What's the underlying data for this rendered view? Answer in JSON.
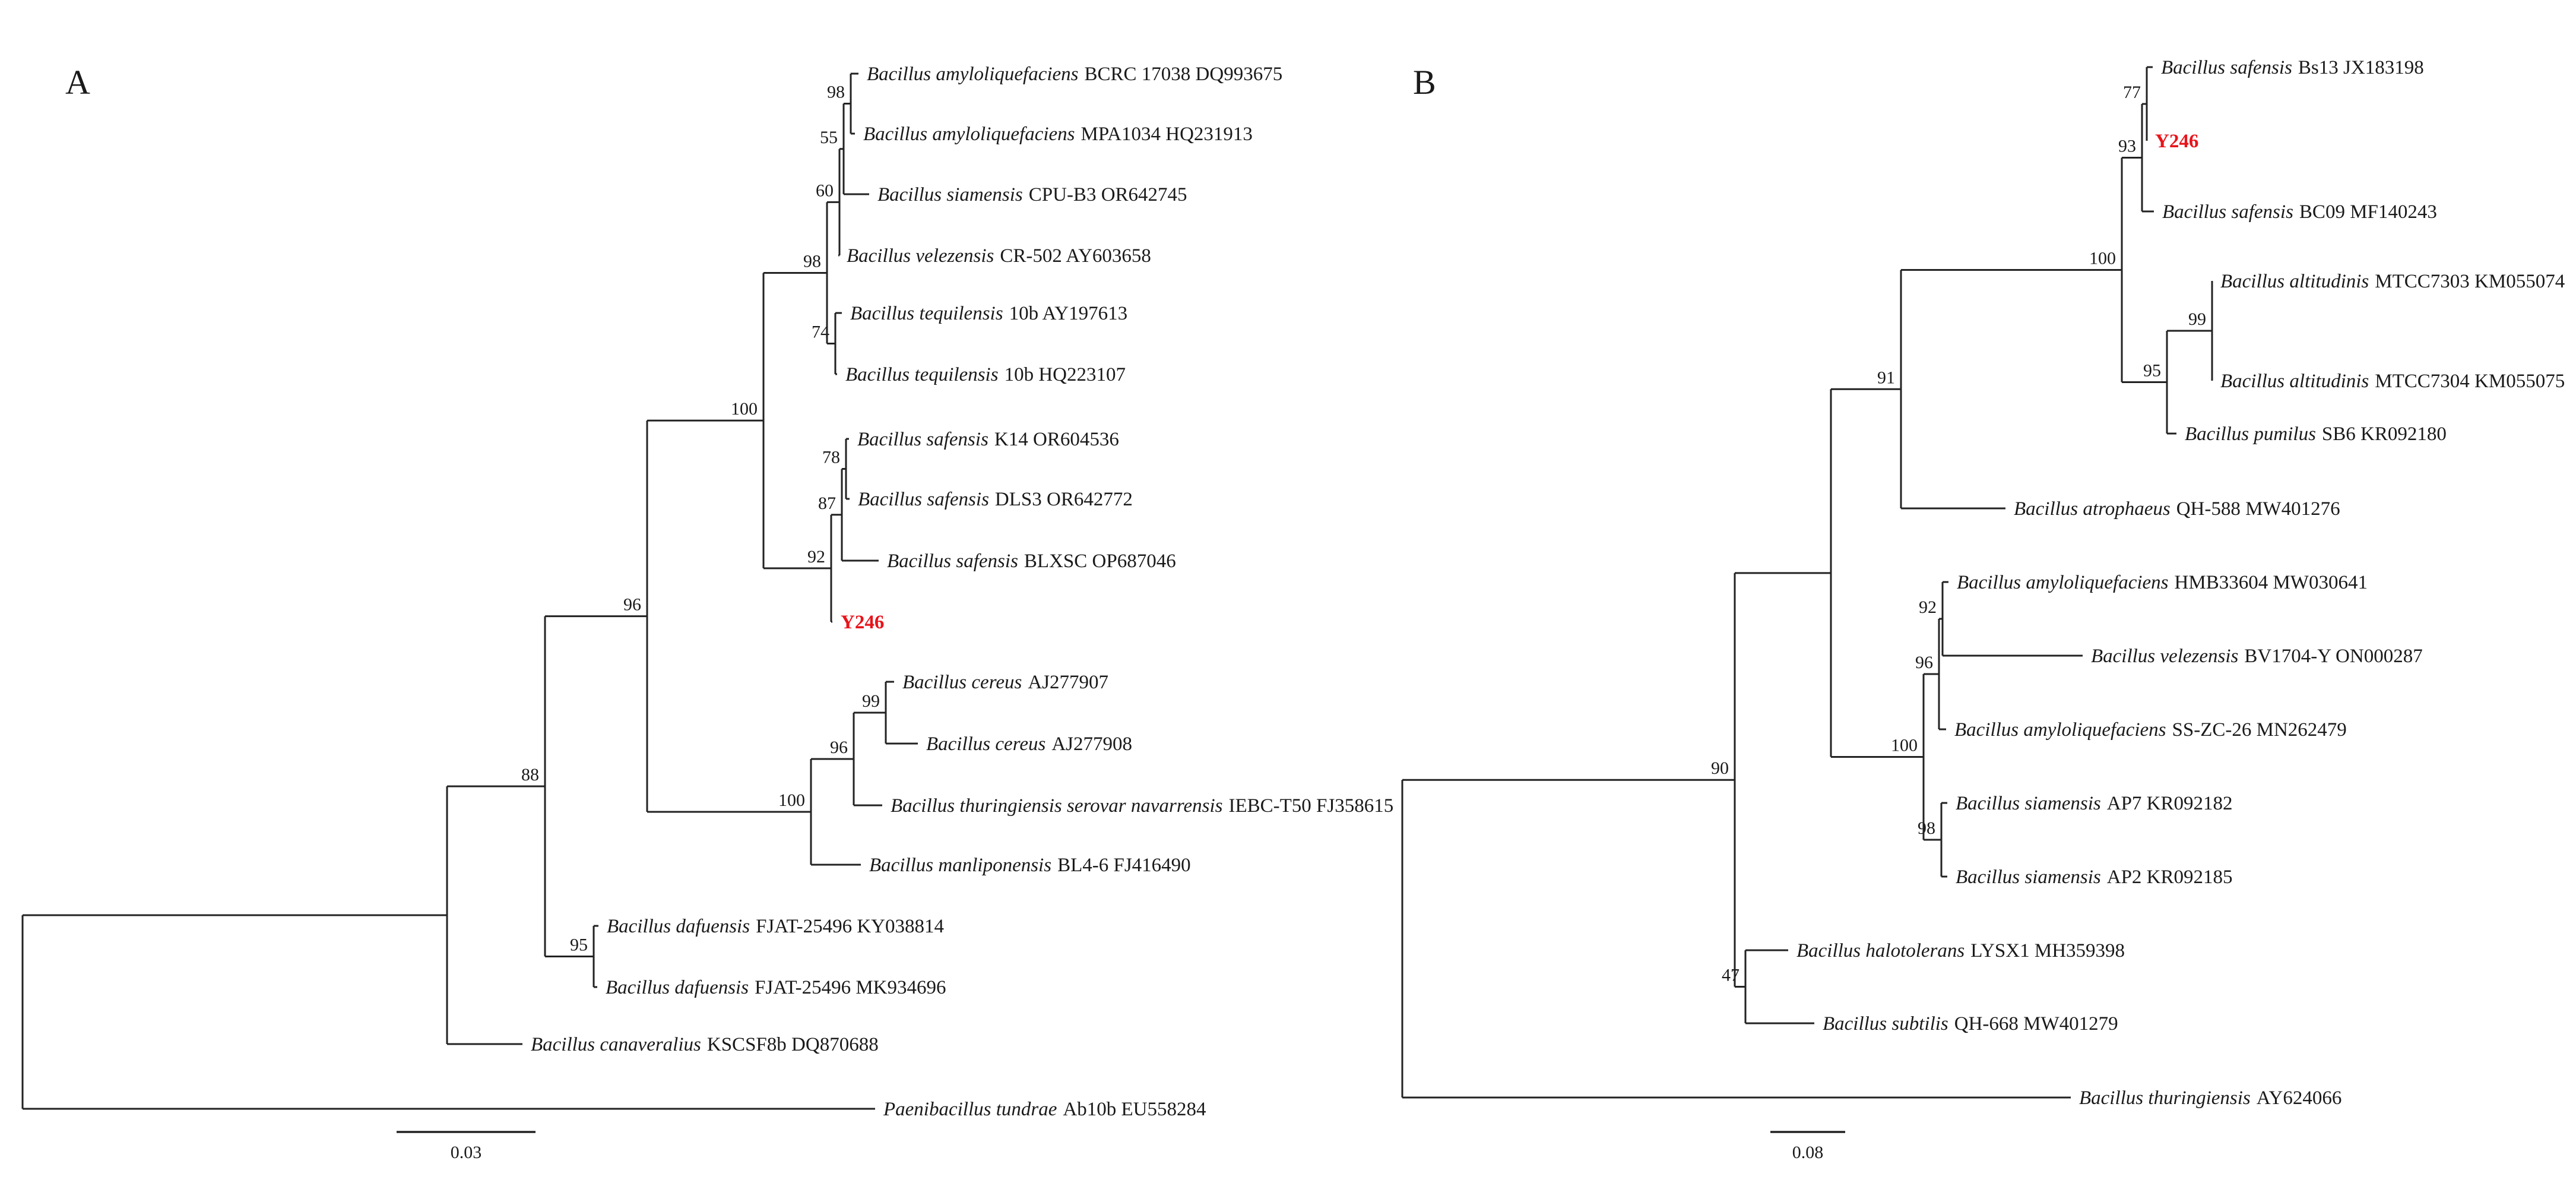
{
  "panels": [
    {
      "id": "A",
      "label": "A",
      "scale_label": "0.03",
      "highlight_color": "#e8141b",
      "leaves": [
        {
          "species": "Bacillus amyloliquefaciens",
          "strain": "BCRC 17038 DQ993675"
        },
        {
          "species": "Bacillus amyloliquefaciens",
          "strain": "MPA1034 HQ231913"
        },
        {
          "species": "Bacillus siamensis",
          "strain": "CPU-B3 OR642745"
        },
        {
          "species": "Bacillus velezensis",
          "strain": "CR-502 AY603658"
        },
        {
          "species": "Bacillus tequilensis",
          "strain": "10b AY197613"
        },
        {
          "species": "Bacillus tequilensis",
          "strain": "10b HQ223107"
        },
        {
          "species": "Bacillus safensis",
          "strain": "K14 OR604536"
        },
        {
          "species": "Bacillus safensis",
          "strain": "DLS3 OR642772"
        },
        {
          "species": "Bacillus safensis",
          "strain": "BLXSC OP687046"
        },
        {
          "species": "",
          "strain": "Y246",
          "highlight": true
        },
        {
          "species": "Bacillus cereus",
          "strain": "AJ277907"
        },
        {
          "species": "Bacillus cereus",
          "strain": "AJ277908"
        },
        {
          "species": "Bacillus thuringiensis serovar navarrensis",
          "strain": "IEBC-T50 FJ358615"
        },
        {
          "species": "Bacillus manliponensis",
          "strain": "BL4-6 FJ416490"
        },
        {
          "species": "Bacillus dafuensis",
          "strain": "FJAT-25496 KY038814"
        },
        {
          "species": "Bacillus dafuensis",
          "strain": "FJAT-25496 MK934696"
        },
        {
          "species": "Bacillus canaveralius",
          "strain": "KSCSF8b DQ870688"
        },
        {
          "species": "Paenibacillus tundrae",
          "strain": "Ab10b EU558284"
        }
      ],
      "bootstrap": [
        "98",
        "55",
        "60",
        "98",
        "74",
        "78",
        "87",
        "92",
        "100",
        "99",
        "96",
        "100",
        "96",
        "95",
        "88"
      ]
    },
    {
      "id": "B",
      "label": "B",
      "scale_label": "0.08",
      "highlight_color": "#e8141b",
      "leaves": [
        {
          "species": "Bacillus safensis",
          "strain": "Bs13 JX183198"
        },
        {
          "species": "",
          "strain": "Y246",
          "highlight": true
        },
        {
          "species": "Bacillus safensis",
          "strain": "BC09 MF140243"
        },
        {
          "species": "Bacillus altitudinis",
          "strain": "MTCC7303 KM055074"
        },
        {
          "species": "Bacillus altitudinis",
          "strain": "MTCC7304 KM055075"
        },
        {
          "species": "Bacillus pumilus",
          "strain": "SB6 KR092180"
        },
        {
          "species": "Bacillus atrophaeus",
          "strain": "QH-588 MW401276"
        },
        {
          "species": "Bacillus amyloliquefaciens",
          "strain": "HMB33604 MW030641"
        },
        {
          "species": "Bacillus velezensis",
          "strain": "BV1704-Y ON000287"
        },
        {
          "species": "Bacillus amyloliquefaciens",
          "strain": "SS-ZC-26 MN262479"
        },
        {
          "species": "Bacillus siamensis",
          "strain": "AP7 KR092182"
        },
        {
          "species": "Bacillus siamensis",
          "strain": "AP2 KR092185"
        },
        {
          "species": "Bacillus halotolerans",
          "strain": "LYSX1 MH359398"
        },
        {
          "species": "Bacillus subtilis",
          "strain": "QH-668 MW401279"
        },
        {
          "species": "Bacillus thuringiensis",
          "strain": "AY624066"
        }
      ],
      "bootstrap": [
        "77",
        "93",
        "99",
        "95",
        "100",
        "91",
        "92",
        "96",
        "98",
        "100",
        "47",
        "90"
      ]
    }
  ]
}
